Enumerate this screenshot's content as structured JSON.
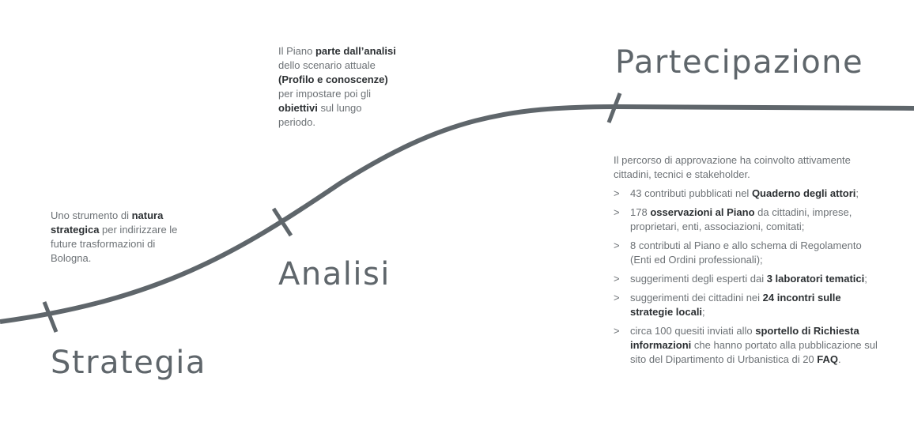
{
  "colors": {
    "line": "#5f666b",
    "text": "#6d7276",
    "emphasis": "#2c3033"
  },
  "sections": {
    "strategia": {
      "heading": "Strategia",
      "text": [
        {
          "t": "Uno strumento di ",
          "b": false
        },
        {
          "t": "natura strategica",
          "b": true
        },
        {
          "t": " per indirizzare le future trasformazioni di Bologna.",
          "b": false
        }
      ]
    },
    "analisi": {
      "heading": "Analisi",
      "text": [
        {
          "t": "Il Piano ",
          "b": false
        },
        {
          "t": "parte dall’analisi",
          "b": true
        },
        {
          "t": " dello scenario attuale ",
          "b": false
        },
        {
          "t": "(Profilo e conoscenze)",
          "b": true
        },
        {
          "t": " per impostare poi gli ",
          "b": false
        },
        {
          "t": "obiettivi",
          "b": true
        },
        {
          "t": " sul lungo periodo.",
          "b": false
        }
      ]
    },
    "partecipazione": {
      "heading": "Partecipazione",
      "intro": "Il percorso di approvazione ha coinvolto attivamente cittadini, tecnici e stakeholder.",
      "bullet_marker": ">",
      "items": [
        [
          {
            "t": "43 contributi pubblicati nel ",
            "b": false
          },
          {
            "t": "Quaderno degli attori",
            "b": true
          },
          {
            "t": ";",
            "b": false
          }
        ],
        [
          {
            "t": "178 ",
            "b": false
          },
          {
            "t": "osservazioni al Piano",
            "b": true
          },
          {
            "t": " da cittadini, imprese, proprietari, enti, associazioni, comitati;",
            "b": false
          }
        ],
        [
          {
            "t": "8 contributi al Piano e allo schema di Regolamento (Enti ed Ordini professionali);",
            "b": false
          }
        ],
        [
          {
            "t": "suggerimenti degli esperti dai ",
            "b": false
          },
          {
            "t": "3 laboratori tematici",
            "b": true
          },
          {
            "t": ";",
            "b": false
          }
        ],
        [
          {
            "t": "suggerimenti dei cittadini nei ",
            "b": false
          },
          {
            "t": "24 incontri sulle strategie locali",
            "b": true
          },
          {
            "t": ";",
            "b": false
          }
        ],
        [
          {
            "t": "circa 100 quesiti inviati allo ",
            "b": false
          },
          {
            "t": "sportello di Richiesta informazioni",
            "b": true
          },
          {
            "t": " che hanno portato alla pubblicazione sul sito del Dipartimento di Urbanistica di 20 ",
            "b": false
          },
          {
            "t": "FAQ",
            "b": true
          },
          {
            "t": ".",
            "b": false
          }
        ]
      ]
    }
  }
}
